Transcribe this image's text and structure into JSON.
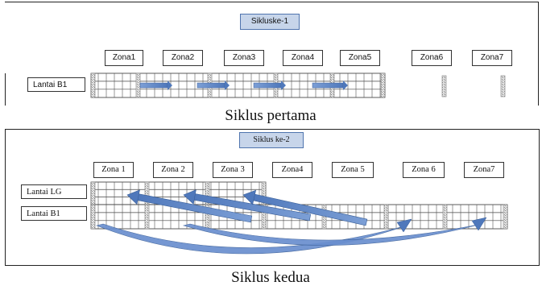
{
  "top": {
    "title": "Sikluske-1",
    "zones": [
      "Zona1",
      "Zona2",
      "Zona3",
      "Zona4",
      "Zona5",
      "Zona6",
      "Zona7"
    ],
    "floor": "Lantai B1",
    "caption": "Siklus pertama"
  },
  "bottom": {
    "title": "Siklus ke-2",
    "zones": [
      "Zona 1",
      "Zona 2",
      "Zona 3",
      "Zona4",
      "Zona 5",
      "Zona 6",
      "Zona7"
    ],
    "floor_upper": "Lantai LG",
    "floor_lower": "Lantai B1",
    "caption": "Siklus kedua"
  },
  "colors": {
    "arrow": "#5b84c4",
    "arrow_stroke": "#3a5f98",
    "title_fill": "#c7d5ea"
  }
}
